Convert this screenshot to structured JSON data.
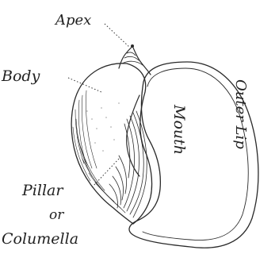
{
  "labels": {
    "apex": "Apex",
    "body": "Body",
    "mouth": "Mouth",
    "outer_lip": "Outer Lip",
    "pillar": "Pillar",
    "or": "or",
    "columella": "Columella"
  }
}
